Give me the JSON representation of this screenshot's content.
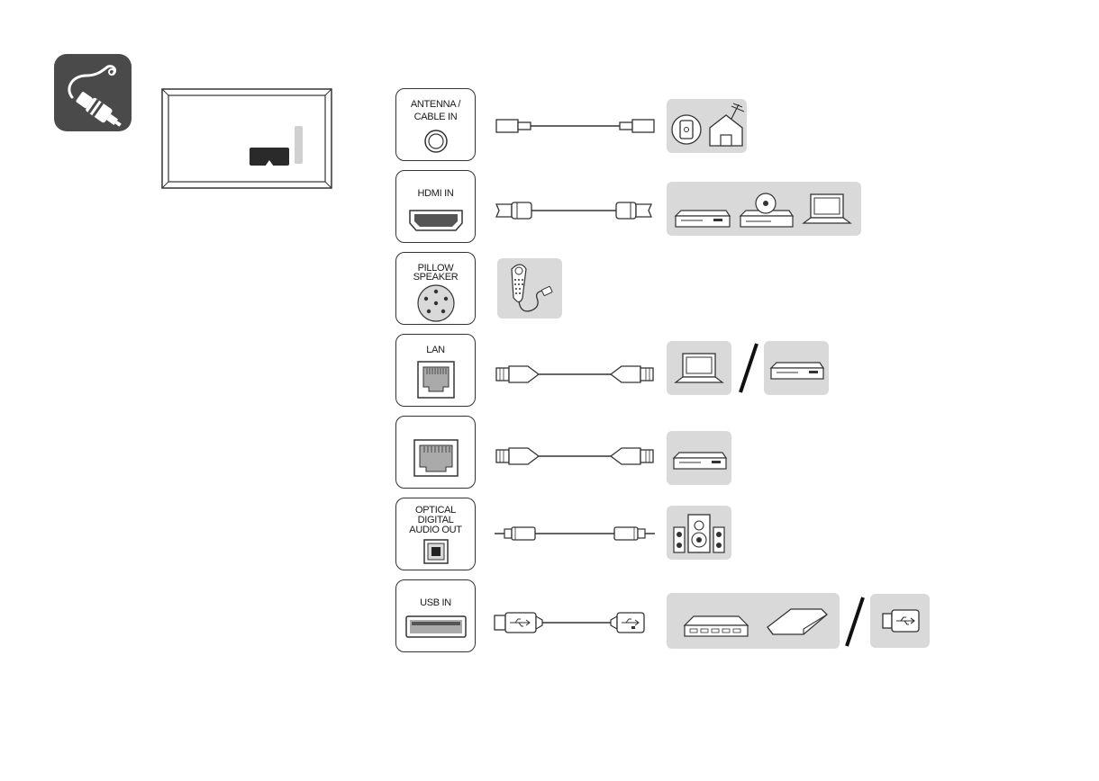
{
  "ports": [
    {
      "id": "antenna",
      "label": "ANTENNA / CABLE IN",
      "lines": [
        "ANTENNA /",
        "CABLE IN"
      ]
    },
    {
      "id": "hdmi",
      "label": "HDMI IN",
      "lines": [
        "HDMI IN"
      ]
    },
    {
      "id": "pillow",
      "label": "PILLOW SPEAKER",
      "lines": [
        "PILLOW",
        "SPEAKER"
      ]
    },
    {
      "id": "lan",
      "label": "LAN",
      "lines": [
        "LAN"
      ]
    },
    {
      "id": "rj45",
      "label": "",
      "lines": []
    },
    {
      "id": "optical",
      "label": "OPTICAL DIGITAL AUDIO OUT",
      "lines": [
        "OPTICAL",
        "DIGITAL",
        "AUDIO OUT"
      ]
    },
    {
      "id": "usb",
      "label": "USB IN",
      "lines": [
        "USB IN"
      ]
    }
  ],
  "colors": {
    "icon_bg": "#4a4a4a",
    "panel_bg": "#d9d9d9",
    "line": "#333333"
  },
  "icons": {
    "corner": "cable-plug-icon",
    "tv": "tv-rear-icon"
  }
}
